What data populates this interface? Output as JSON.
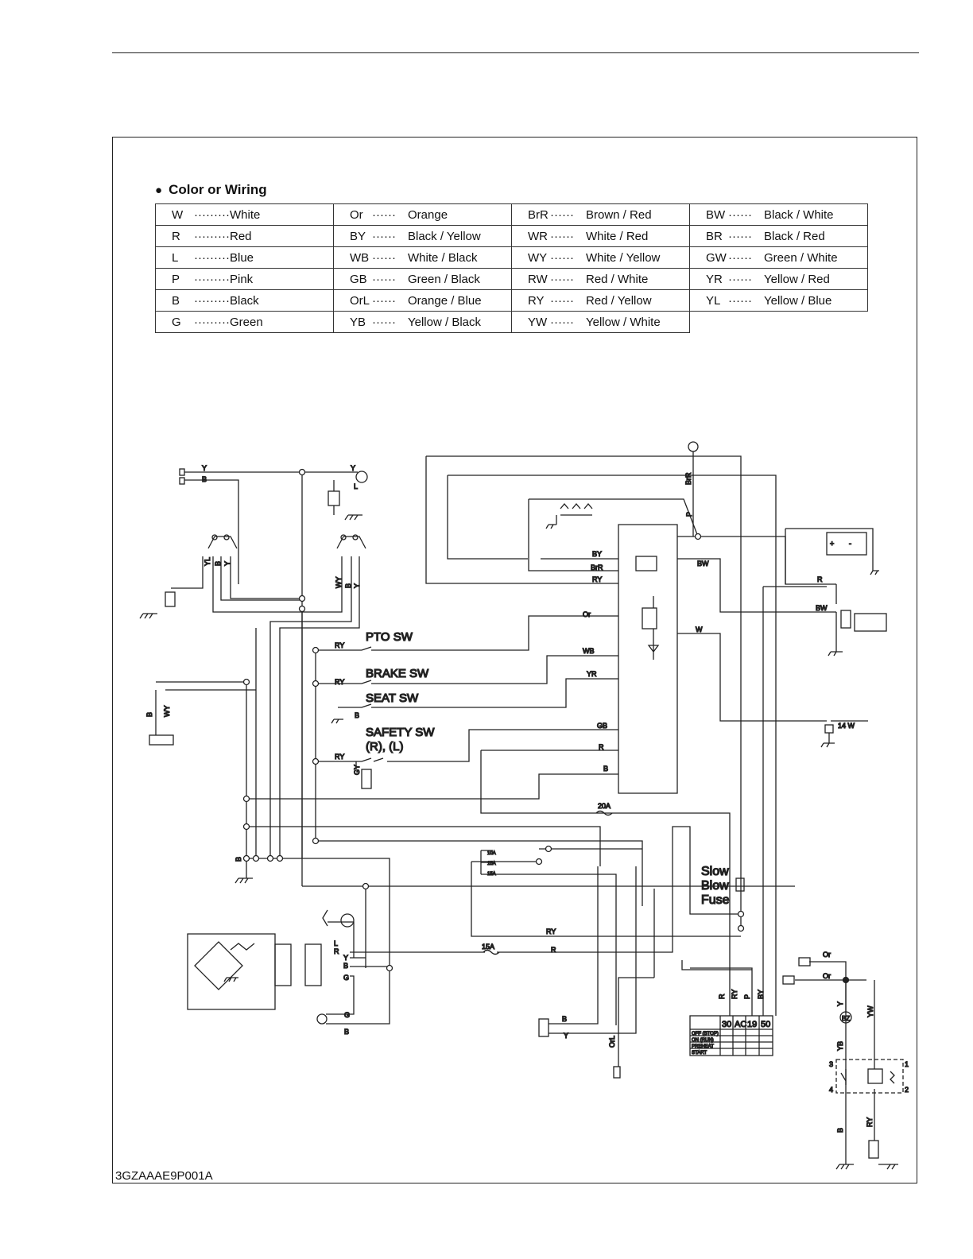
{
  "legend": {
    "title": "Color or Wiring",
    "rows": [
      [
        {
          "code": "W",
          "dots": "·········",
          "name": "White"
        },
        {
          "code": "Or",
          "dots": "······",
          "name": "Orange"
        },
        {
          "code": "BrR",
          "dots": "······",
          "name": "Brown / Red"
        },
        {
          "code": "BW",
          "dots": "······",
          "name": "Black / White"
        }
      ],
      [
        {
          "code": "R",
          "dots": "·········",
          "name": "Red"
        },
        {
          "code": "BY",
          "dots": "······",
          "name": "Black / Yellow"
        },
        {
          "code": "WR",
          "dots": "······",
          "name": "White / Red"
        },
        {
          "code": "BR",
          "dots": "······",
          "name": "Black / Red"
        }
      ],
      [
        {
          "code": "L",
          "dots": "·········",
          "name": "Blue"
        },
        {
          "code": "WB",
          "dots": "······",
          "name": "White / Black"
        },
        {
          "code": "WY",
          "dots": "······",
          "name": "White / Yellow"
        },
        {
          "code": "GW",
          "dots": "······",
          "name": "Green / White"
        }
      ],
      [
        {
          "code": "P",
          "dots": "·········",
          "name": "Pink"
        },
        {
          "code": "GB",
          "dots": "······",
          "name": "Green / Black"
        },
        {
          "code": "RW",
          "dots": "······",
          "name": "Red / White"
        },
        {
          "code": "YR",
          "dots": "······",
          "name": "Yellow / Red"
        }
      ],
      [
        {
          "code": "B",
          "dots": "·········",
          "name": "Black"
        },
        {
          "code": "OrL",
          "dots": "······",
          "name": "Orange / Blue"
        },
        {
          "code": "RY",
          "dots": "······",
          "name": "Red / Yellow"
        },
        {
          "code": "YL",
          "dots": "······",
          "name": "Yellow / Blue"
        }
      ],
      [
        {
          "code": "G",
          "dots": "·········",
          "name": "Green"
        },
        {
          "code": "YB",
          "dots": "······",
          "name": "Yellow / Black"
        },
        {
          "code": "YW",
          "dots": "······",
          "name": "Yellow / White"
        }
      ]
    ]
  },
  "switches": {
    "pto": "PTO  SW",
    "brake": "BRAKE  SW",
    "seat": "SEAT  SW",
    "safety_line1": "SAFETY  SW",
    "safety_line2": "(R), (L)"
  },
  "slow_blow_fuse": [
    "Slow",
    "Blow",
    "Fuse"
  ],
  "fuses": {
    "main": "20A",
    "alt": "15A",
    "small": [
      "10A",
      "15A",
      "15A"
    ]
  },
  "lamp_rating": "14 W",
  "battery": {
    "plus": "+",
    "minus": "-"
  },
  "key_switch": {
    "terminals": [
      "30",
      "AC",
      "19",
      "50"
    ],
    "positions": [
      "OFF (STOP)",
      "ON (RUN)",
      "PREHEAT",
      "START"
    ],
    "wires": [
      "R",
      "RY",
      "P",
      "BY"
    ]
  },
  "relay_terminals": [
    "3",
    "4",
    "1",
    "2"
  ],
  "buzzer": "BZ",
  "wire_labels": {
    "y": "Y",
    "b": "B",
    "l": "L",
    "yl": "YL",
    "wy": "WY",
    "ry": "RY",
    "gy": "GY",
    "by": "BY",
    "brr": "BrR",
    "bw": "BW",
    "or": "Or",
    "wb": "WB",
    "yr": "YR",
    "gb": "GB",
    "r": "R",
    "w": "W",
    "p": "P",
    "g": "G",
    "orl": "OrL",
    "yb": "YB",
    "yw": "YW"
  },
  "figure_id": "3GZAAAE9P001A"
}
